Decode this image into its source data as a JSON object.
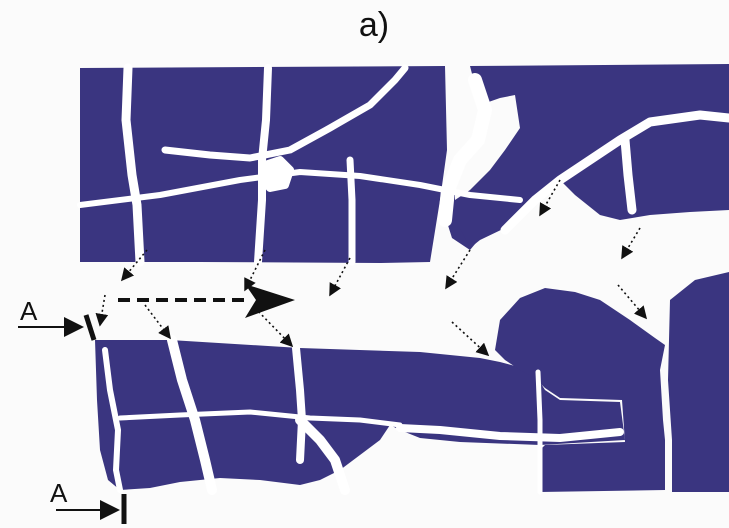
{
  "panel_label": "a)",
  "section_labels": [
    "A",
    "A"
  ],
  "colors": {
    "matrix": "#3a3580",
    "fracture": "#ffffff",
    "ink": "#111111"
  }
}
